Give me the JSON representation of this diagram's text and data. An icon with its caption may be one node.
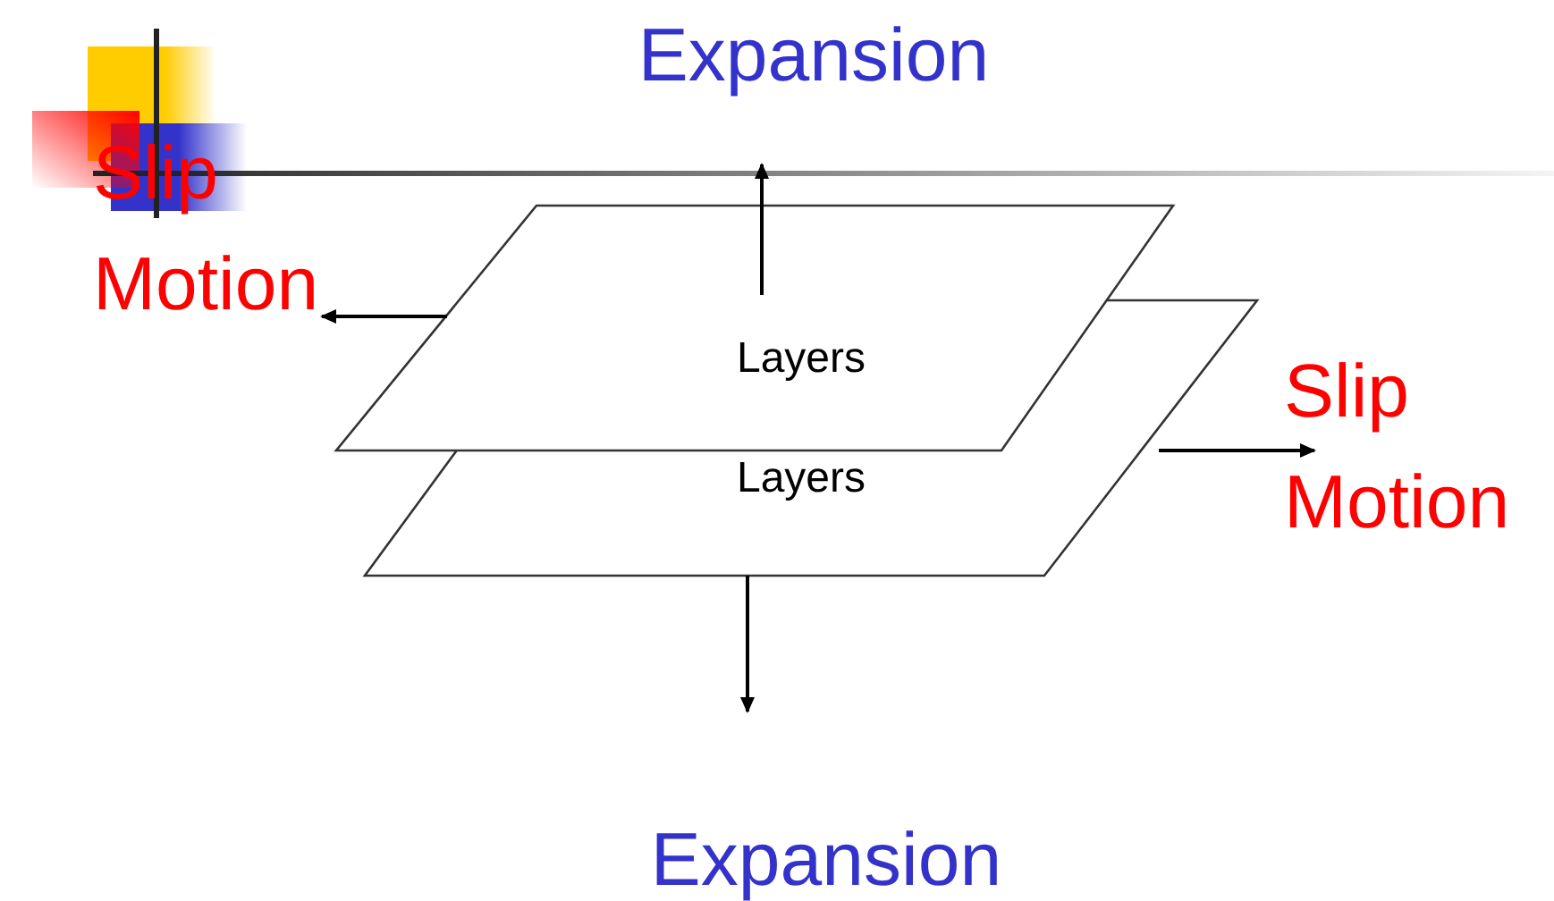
{
  "diagram": {
    "nodes": [
      {
        "text": [
          "Expansion"
        ]
      },
      {
        "text": [
          "Slip Motion"
        ]
      },
      {
        "text": [
          "Layers"
        ]
      },
      {
        "text": [
          "Layers"
        ]
      },
      {
        "text": [
          "Slip Motion"
        ]
      },
      {
        "text": [
          "Expansion"
        ]
      }
    ],
    "edges": [
      {
        "from": 2,
        "to": 0,
        "arrow": "to"
      },
      {
        "from": 2,
        "to": 1,
        "arrow": "to"
      },
      {
        "from": 3,
        "to": 4,
        "arrow": "to"
      },
      {
        "from": 3,
        "to": 5,
        "arrow": "to"
      }
    ]
  }
}
